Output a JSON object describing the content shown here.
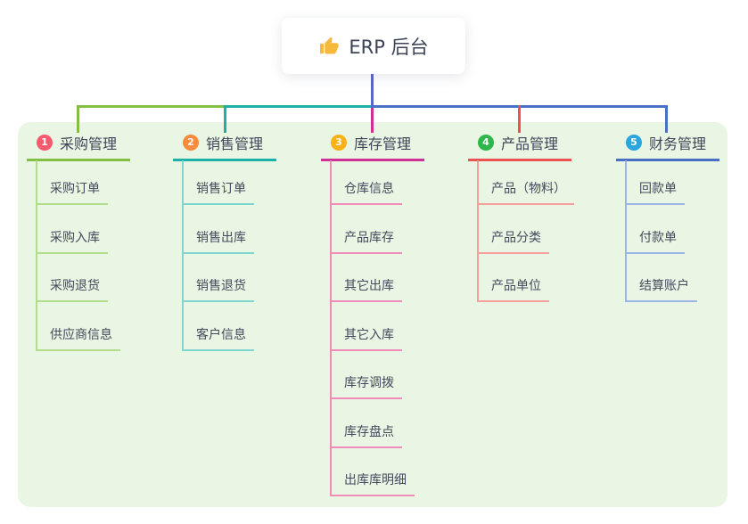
{
  "root": {
    "label": "ERP 后台",
    "icon": "thumbs-up-icon"
  },
  "branches": [
    {
      "index": "1",
      "label": "采购管理",
      "line_color": "#82bf42",
      "child_line_color": "#b2dd8b",
      "badge_color": "#f7596f",
      "children": [
        "采购订单",
        "采购入库",
        "采购退货",
        "供应商信息"
      ]
    },
    {
      "index": "2",
      "label": "销售管理",
      "line_color": "#1cb0a6",
      "child_line_color": "#7fd6cf",
      "badge_color": "#f98b3d",
      "children": [
        "销售订单",
        "销售出库",
        "销售退货",
        "客户信息"
      ]
    },
    {
      "index": "3",
      "label": "库存管理",
      "line_color": "#cd3092",
      "child_line_color": "#f18cb9",
      "badge_color": "#f9b115",
      "children": [
        "仓库信息",
        "产品库存",
        "其它出库",
        "其它入库",
        "库存调拨",
        "库存盘点",
        "出库库明细"
      ]
    },
    {
      "index": "4",
      "label": "产品管理",
      "line_color": "#ef5150",
      "child_line_color": "#f7a09b",
      "badge_color": "#2eb64c",
      "children": [
        "产品（物料）",
        "产品分类",
        "产品单位"
      ]
    },
    {
      "index": "5",
      "label": "财务管理",
      "line_color": "#4a70c6",
      "child_line_color": "#9cb4e6",
      "badge_color": "#29a6de",
      "children": [
        "回款单",
        "付款单",
        "结算账户"
      ]
    }
  ],
  "colors": {
    "root_connector": "#5b68c3",
    "panel_background": "#e9f6e4",
    "root_icon": "#f6b93c"
  }
}
